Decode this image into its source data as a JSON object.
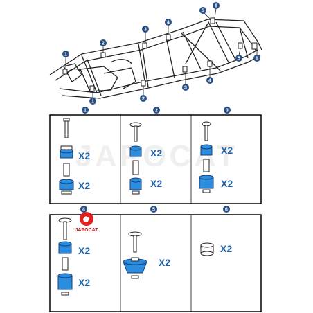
{
  "callouts": [
    "1",
    "2",
    "3",
    "4",
    "5",
    "6"
  ],
  "panels": [
    {
      "num": "1",
      "qty": [
        "X2",
        "X2"
      ]
    },
    {
      "num": "2",
      "qty": [
        "X2",
        "X2"
      ]
    },
    {
      "num": "3",
      "qty": [
        "X2",
        "X2"
      ]
    },
    {
      "num": "4",
      "qty": [
        "X2",
        "X2"
      ]
    },
    {
      "num": "5",
      "qty": [
        "X2"
      ]
    },
    {
      "num": "6",
      "qty": [
        "X2"
      ]
    }
  ],
  "logo_text": "JAPOCAT",
  "watermark": "JAPOCAT",
  "colors": {
    "part_blue": "#2a8de0",
    "qty_blue": "#1f62a8",
    "callout": "#2a4f86",
    "logo_red": "#e01f1f"
  }
}
